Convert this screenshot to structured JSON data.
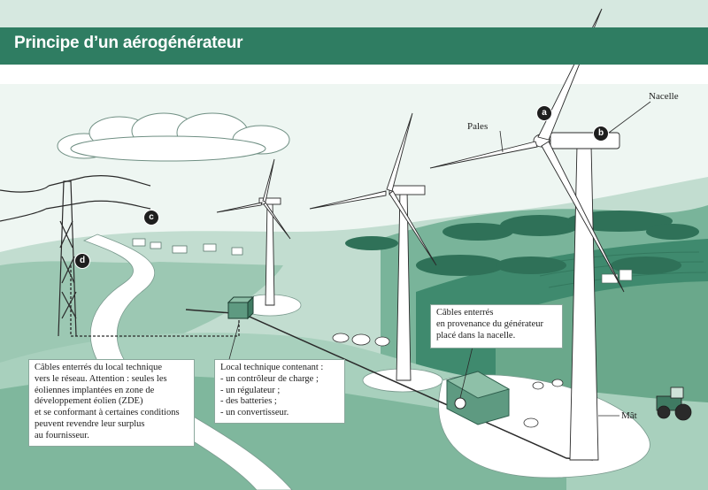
{
  "title": "Principe d’un aérogénérateur",
  "labels": {
    "nacelle": "Nacelle",
    "pales": "Pales",
    "mat": "Mât"
  },
  "markers": [
    "a",
    "b",
    "c",
    "d"
  ],
  "callouts": {
    "cables_generateur": [
      "Câbles enterrés",
      "en provenance du générateur",
      "placé dans la nacelle."
    ],
    "cables_local": [
      "Câbles enterrés du local technique",
      "vers le réseau. Attention : seules les",
      "éoliennes implantées en zone de",
      "développement éolien (ZDE)",
      "et se conformant à certaines conditions",
      "peuvent revendre leur surplus",
      "au fournisseur."
    ],
    "local_technique": [
      "Local technique contenant :",
      "- un contrôleur de charge ;",
      "- un régulateur ;",
      "- des batteries ;",
      "- un convertisseur."
    ]
  },
  "colors": {
    "banner": "#2f7d62",
    "banner_text": "#ffffff",
    "field_dark": "#3f8a6e",
    "field_mid": "#79b49a",
    "field_light": "#c2ddd0",
    "sky": "#e6f1ec"
  }
}
